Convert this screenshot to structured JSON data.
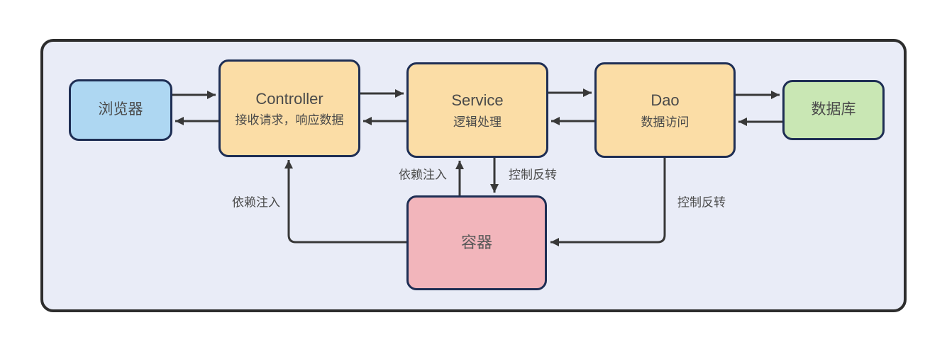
{
  "nodes": {
    "browser": {
      "title": "浏览器",
      "fill": "#aed7f2"
    },
    "controller": {
      "title": "Controller",
      "subtitle": "接收请求，响应数据",
      "fill": "#fbdda6"
    },
    "service": {
      "title": "Service",
      "subtitle": "逻辑处理",
      "fill": "#fbdda6"
    },
    "dao": {
      "title": "Dao",
      "subtitle": "数据访问",
      "fill": "#fbdda6"
    },
    "database": {
      "title": "数据库",
      "fill": "#c9e7b4"
    },
    "container": {
      "title": "容器",
      "fill": "#f2b5bb"
    }
  },
  "edge_labels": {
    "dependency_injection_left": "依赖注入",
    "dependency_injection_center": "依赖注入",
    "inversion_of_control_center": "控制反转",
    "inversion_of_control_right": "控制反转"
  },
  "colors": {
    "page_background": "#ffffff",
    "frame_background": "#e9ecf7",
    "frame_border": "#2d2d2d",
    "node_border": "#1e2e54",
    "arrow": "#383838",
    "node_text": "#4a4a4a",
    "label_text": "#4c4c4c"
  }
}
